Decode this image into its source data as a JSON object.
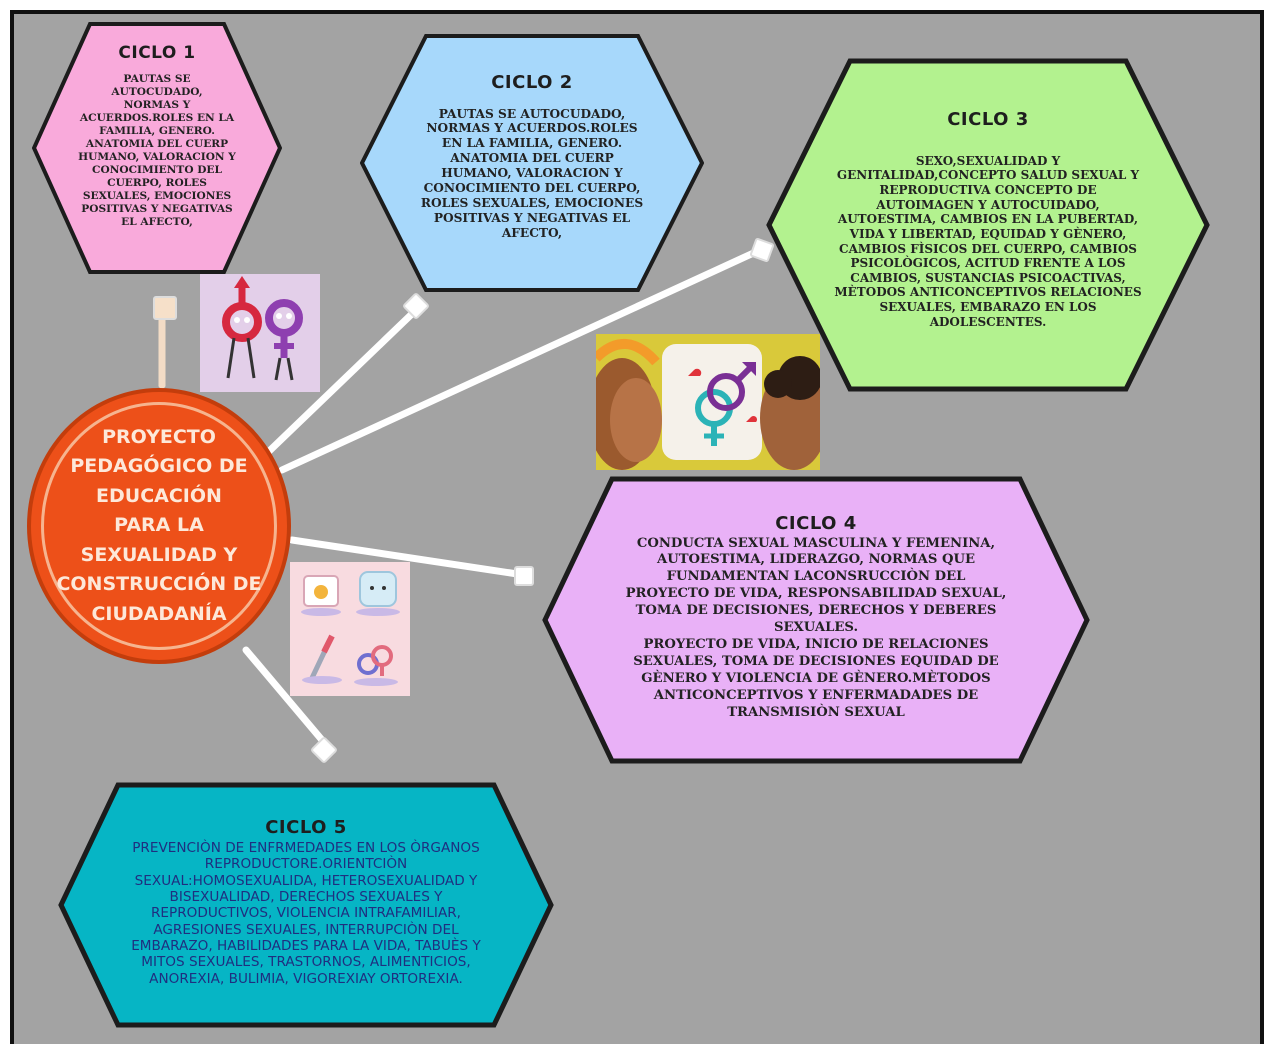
{
  "center": {
    "text": "PROYECTO\nPEDAGÓGICO DE\nEDUCACIÓN\nPARA LA\nSEXUALIDAD Y\nCONSTRUCCIÓN DE\nCIUDADANÍA"
  },
  "cycles": [
    {
      "title": "CICLO 1",
      "body": "PAUTAS SE AUTOCUDADO,\nNORMAS Y\nACUERDOS.ROLES EN LA\nFAMILIA, GENERO.\nANATOMIA DEL CUERP\nHUMANO, VALORACION Y\nCONOCIMIENTO DEL\nCUERPO, ROLES\nSEXUALES, EMOCIONES\nPOSITIVAS Y NEGATIVAS\nEL AFECTO,",
      "fill": "#f9aadb"
    },
    {
      "title": "CICLO 2",
      "body": "PAUTAS SE AUTOCUDADO,\nNORMAS Y ACUERDOS.ROLES\nEN LA FAMILIA, GENERO.\nANATOMIA DEL CUERP\nHUMANO, VALORACION Y\nCONOCIMIENTO DEL CUERPO,\nROLES SEXUALES, EMOCIONES\nPOSITIVAS Y NEGATIVAS EL\nAFECTO,",
      "fill": "#a7d8fb"
    },
    {
      "title": "CICLO 3",
      "body": "SEXO,SEXUALIDAD Y\nGENITALIDAD,CONCEPTO SALUD SEXUAL Y\nREPRODUCTIVA CONCEPTO DE\nAUTOIMAGEN Y AUTOCUIDADO,\nAUTOESTIMA, CAMBIOS EN LA PUBERTAD,\nVIDA Y LIBERTAD, EQUIDAD Y GÈNERO,\nCAMBIOS FÌSICOS DEL CUERPO, CAMBIOS\nPSICOLÒGICOS, ACITUD FRENTE A LOS\nCAMBIOS, SUSTANCIAS PSICOACTIVAS,\nMÈTODOS ANTICONCEPTIVOS RELACIONES\nSEXUALES, EMBARAZO EN LOS\nADOLESCENTES.",
      "fill": "#b3f28f"
    },
    {
      "title": "CICLO 4",
      "body": "CONDUCTA SEXUAL MASCULINA Y FEMENINA,\nAUTOESTIMA, LIDERAZGO, NORMAS QUE\nFUNDAMENTAN LACONSRUCCIÒN DEL\nPROYECTO DE VIDA, RESPONSABILIDAD SEXUAL,\nTOMA DE DECISIONES, DERECHOS Y DEBERES\nSEXUALES.\nPROYECTO DE VIDA, INICIO DE RELACIONES\nSEXUALES, TOMA DE DECISIONES EQUIDAD DE\nGÈNERO Y VIOLENCIA DE GÈNERO.MÈTODOS\nANTICONCEPTIVOS Y ENFERMADADES DE\nTRANSMISIÒN SEXUAL",
      "fill": "#e9b1f7"
    },
    {
      "title": "CICLO 5",
      "body": "PREVENCIÒN DE ENFRMEDADES EN LOS ÒRGANOS\nREPRODUCTORE.ORIENTCIÒN\nSEXUAL:HOMOSEXUALIDA, HETEROSEXUALIDAD Y\nBISEXUALIDAD, DERECHOS SEXUALES Y\nREPRODUCTIVOS, VIOLENCIA INTRAFAMILIAR,\nAGRESIONES SEXUALES, INTERRUPCIÒN DEL\nEMBARAZO, HABILIDADES PARA LA VIDA, TABUÈS Y\nMITOS SEXUALES, TRASTORNOS, ALIMENTICIOS,\nANOREXIA, BULIMIA, VIGOREXIAY ORTOREXIA.",
      "fill": "#06b5c5"
    }
  ],
  "colors": {
    "canvas": "#a3a3a3",
    "center_fill": "#ed5019",
    "connector": "#ffffff",
    "border": "#222222"
  },
  "images": [
    {
      "name": "gender-symbols-characters-image"
    },
    {
      "name": "couple-gender-symbols-image"
    },
    {
      "name": "health-icons-collage-image"
    }
  ]
}
